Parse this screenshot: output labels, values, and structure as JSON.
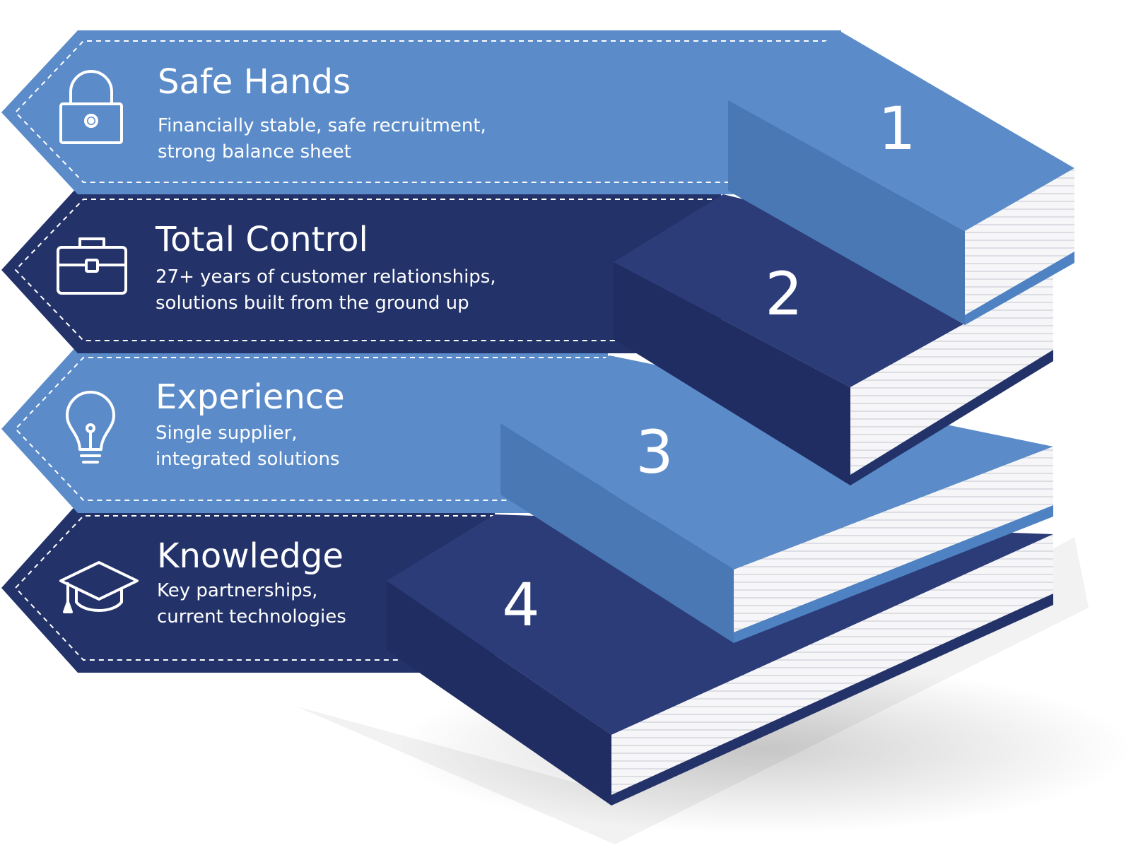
{
  "colors": {
    "light_blue": "#5b8cc9",
    "dark_blue": "#23336a",
    "pages_white": "#f6f6f8",
    "text": "#ffffff"
  },
  "steps": [
    {
      "number": "1",
      "title": "Safe Hands",
      "desc_line1": "Financially stable, safe recruitment,",
      "desc_line2": "strong balance sheet",
      "icon": "lock-icon",
      "color": "light"
    },
    {
      "number": "2",
      "title": "Total Control",
      "desc_line1": "27+ years of customer relationships,",
      "desc_line2": "solutions built from the ground up",
      "icon": "briefcase-icon",
      "color": "dark"
    },
    {
      "number": "3",
      "title": "Experience",
      "desc_line1": "Single supplier,",
      "desc_line2": "integrated solutions",
      "icon": "lightbulb-icon",
      "color": "light"
    },
    {
      "number": "4",
      "title": "Knowledge",
      "desc_line1": "Key partnerships,",
      "desc_line2": "current technologies",
      "icon": "graduation-cap-icon",
      "color": "dark"
    }
  ]
}
